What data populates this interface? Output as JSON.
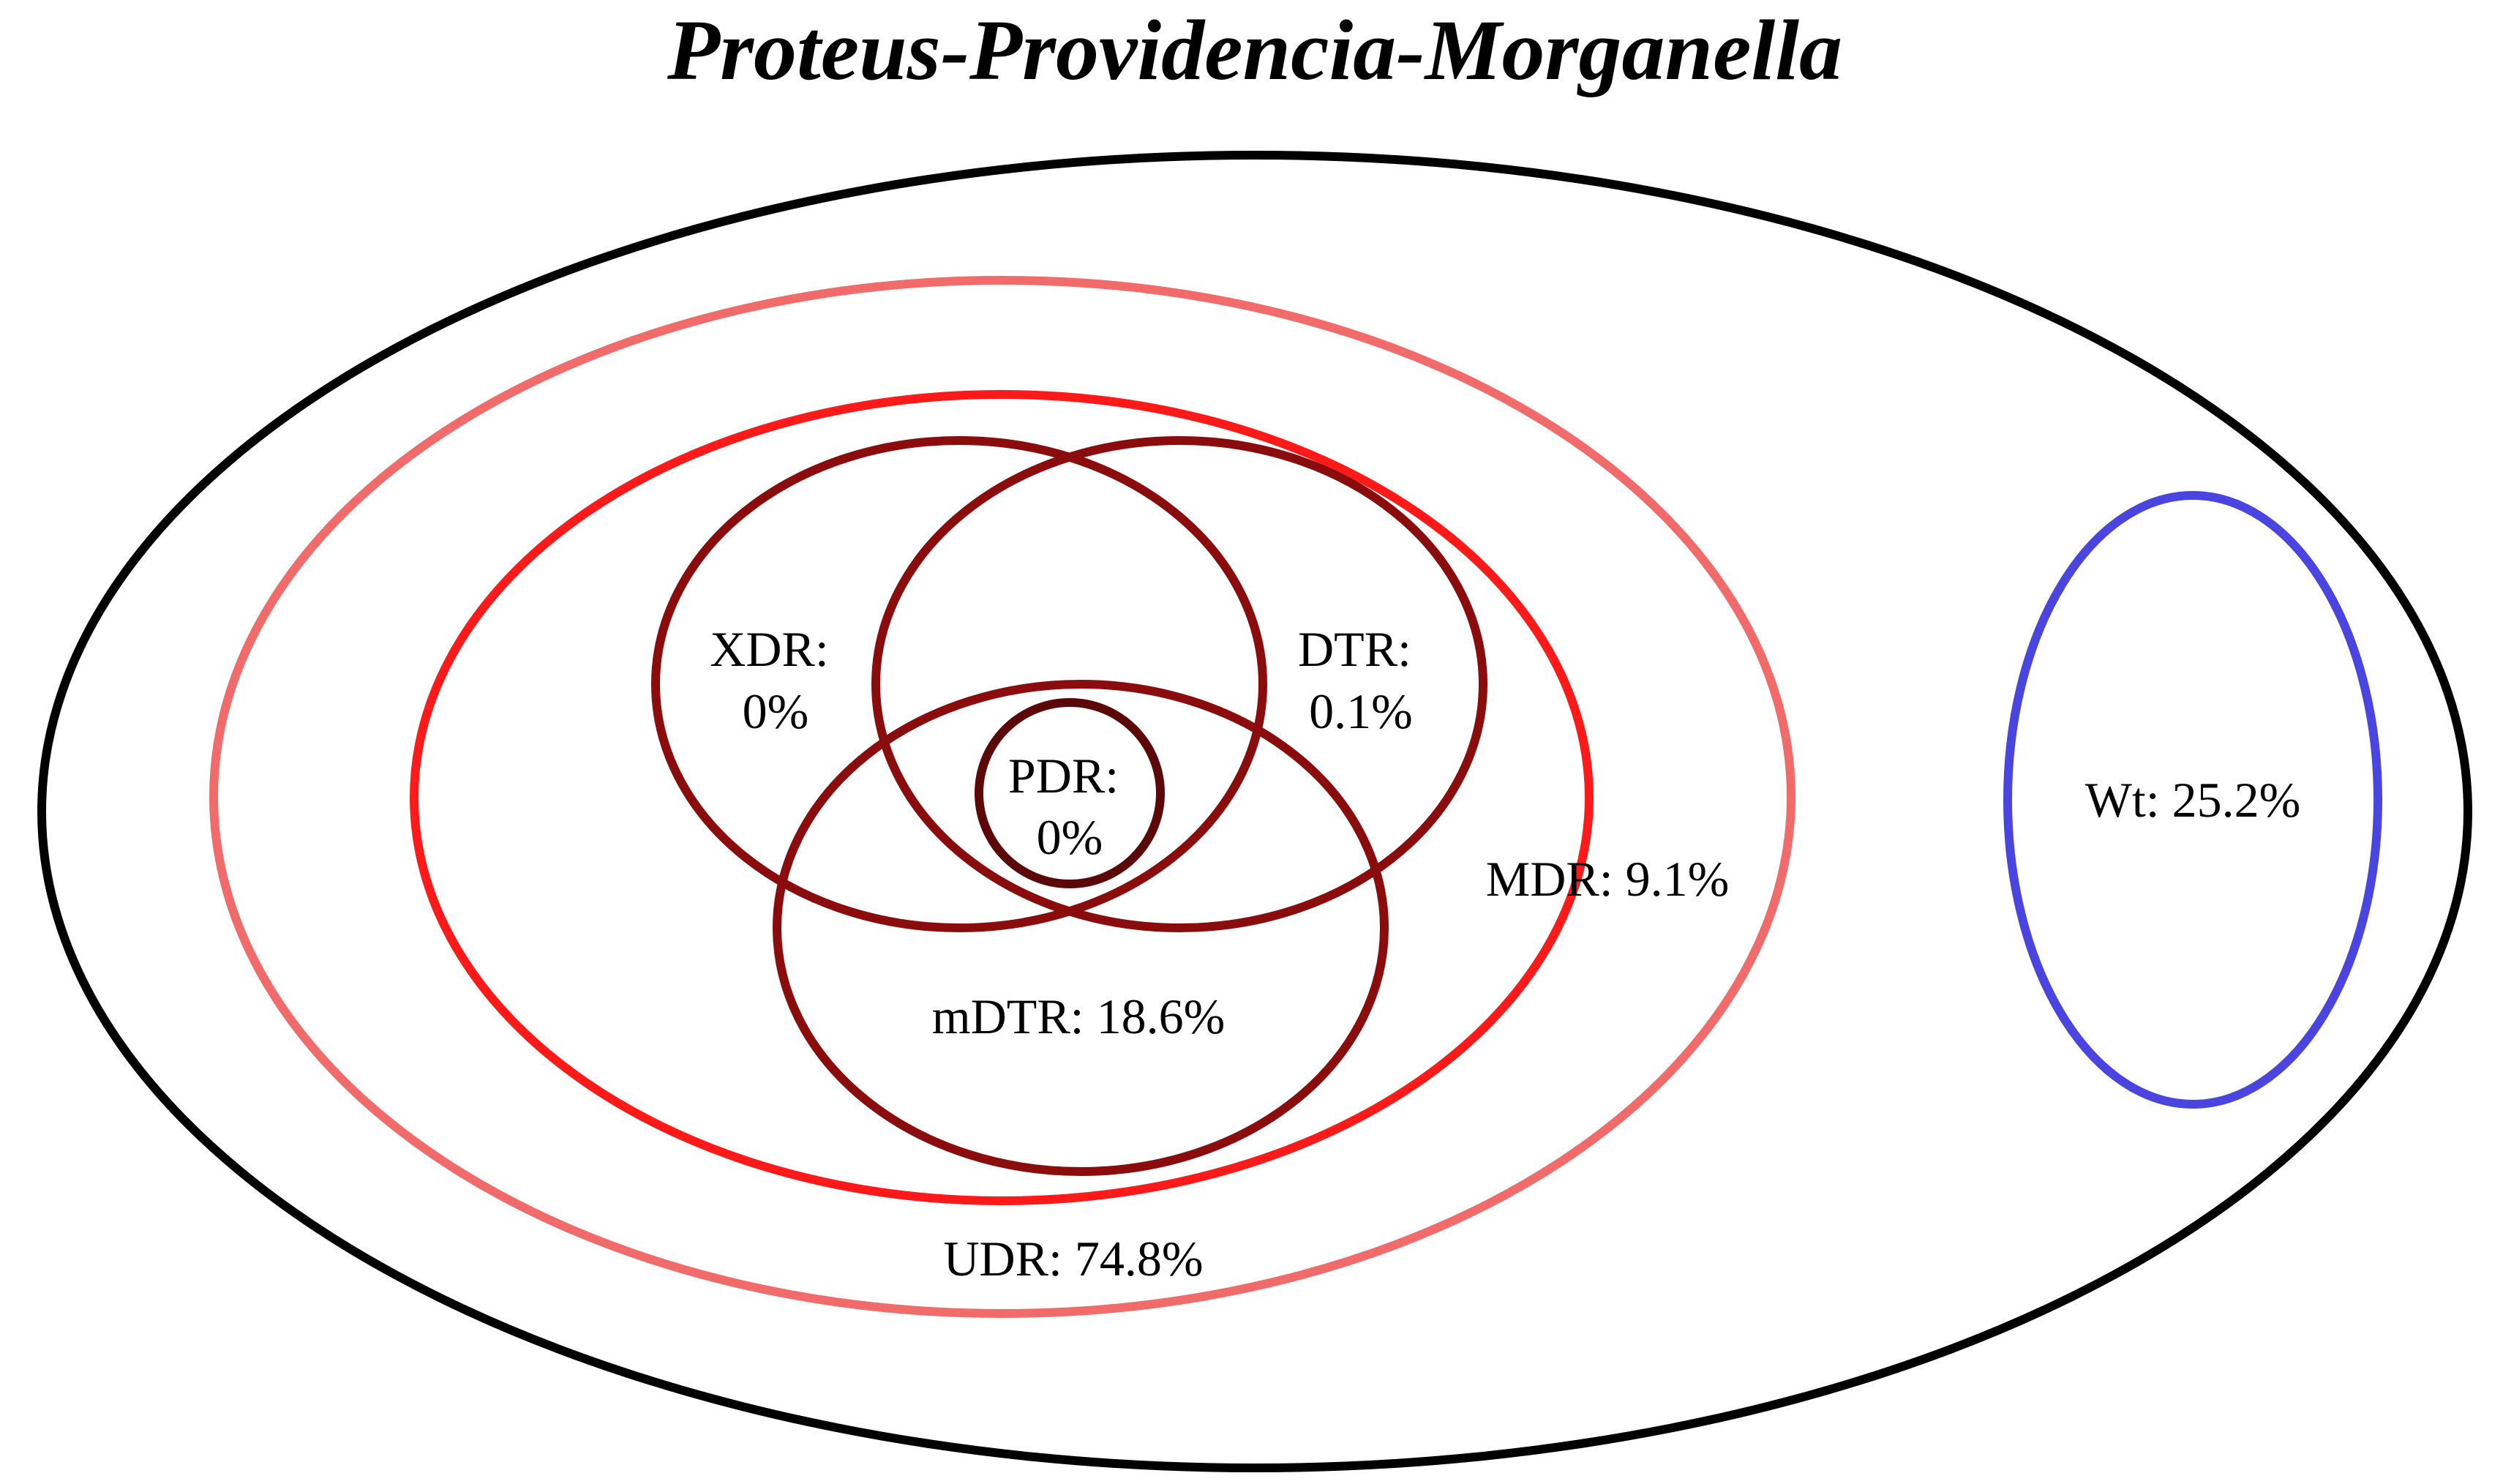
{
  "title": "Proteus-Providencia-Morganella",
  "colors": {
    "all_isolates": "#000000",
    "udr": "#f26b6b",
    "mdr": "#ff1a1a",
    "inner_sets": "#8b0c0c",
    "pdr": "#5c0808",
    "wt": "#4a44e0",
    "text": "#000000"
  },
  "sets": {
    "udr": {
      "name": "UDR",
      "value": "74.8%",
      "text": "UDR: 74.8%"
    },
    "mdr": {
      "name": "MDR",
      "value": "9.1%",
      "text": "MDR: 9.1%"
    },
    "xdr": {
      "name": "XDR",
      "value": "0%",
      "line1": "XDR:",
      "line2": "0%"
    },
    "dtr": {
      "name": "DTR",
      "value": "0.1%",
      "line1": "DTR:",
      "line2": "0.1%"
    },
    "pdr": {
      "name": "PDR",
      "value": "0%",
      "line1": "PDR:",
      "line2": "0%"
    },
    "mdtr": {
      "name": "mDTR",
      "value": "18.6%",
      "text": "mDTR: 18.6%"
    },
    "wt": {
      "name": "Wt",
      "value": "25.2%",
      "text": "Wt: 25.2%"
    }
  }
}
